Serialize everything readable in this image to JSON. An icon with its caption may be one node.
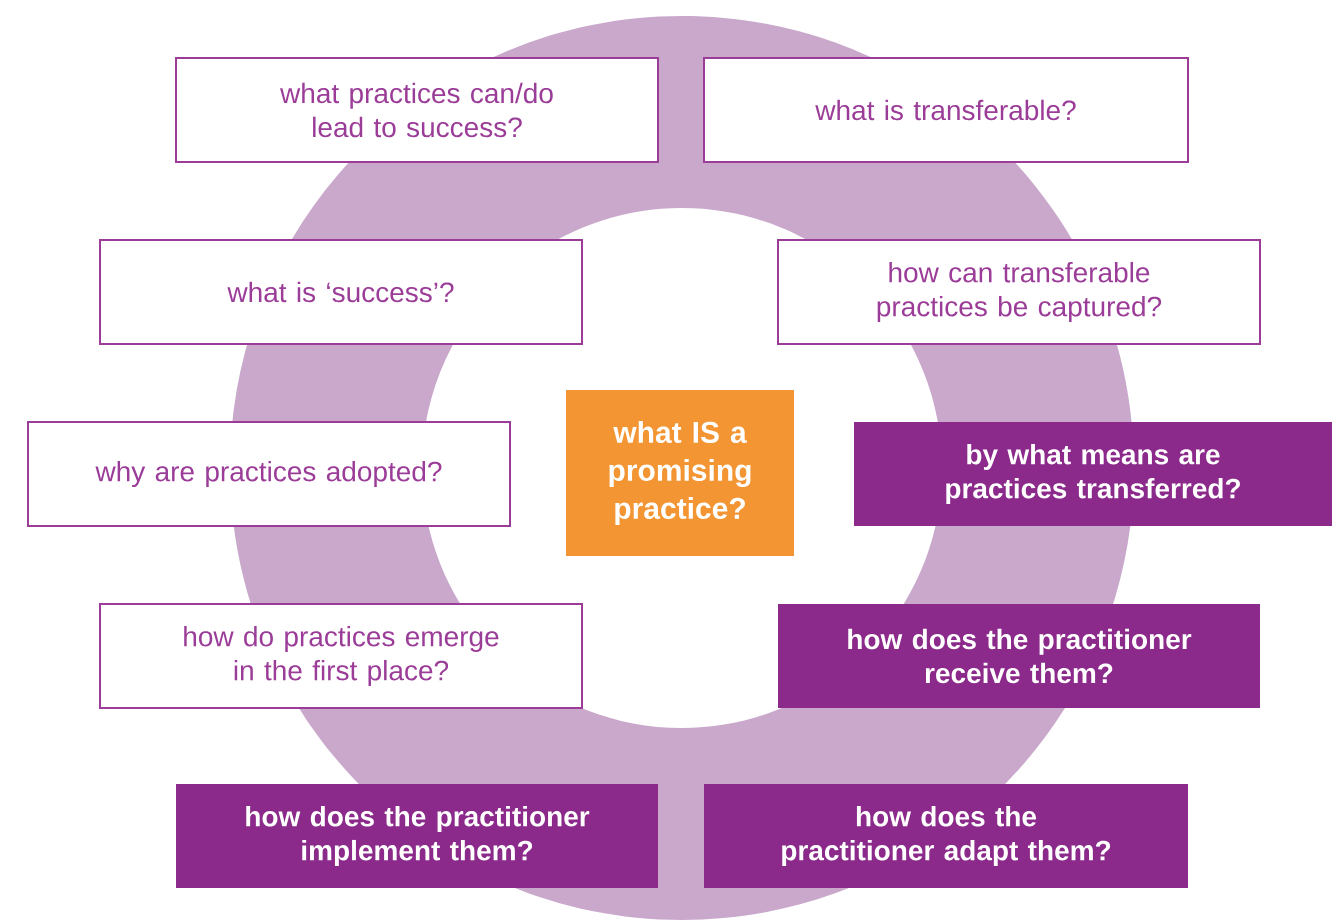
{
  "diagram": {
    "nodes": [
      {
        "text": [
          "what practices can/do lead to success?"
        ]
      },
      {
        "text": [
          "what is transferable?"
        ]
      },
      {
        "text": [
          "what is ‘success’?"
        ]
      },
      {
        "text": [
          "how can transferable practices be captured?"
        ]
      },
      {
        "text": [
          "why are practices adopted?"
        ]
      },
      {
        "text": [
          "what IS a promising practice?"
        ]
      },
      {
        "text": [
          "by what means are practices transferred?"
        ]
      },
      {
        "text": [
          "how do practices emerge in the first place?"
        ]
      },
      {
        "text": [
          "how does the practitioner receive them?"
        ]
      },
      {
        "text": [
          "how does the practitioner implement them?"
        ]
      },
      {
        "text": [
          "how does the practitioner adapt them?"
        ]
      }
    ]
  }
}
